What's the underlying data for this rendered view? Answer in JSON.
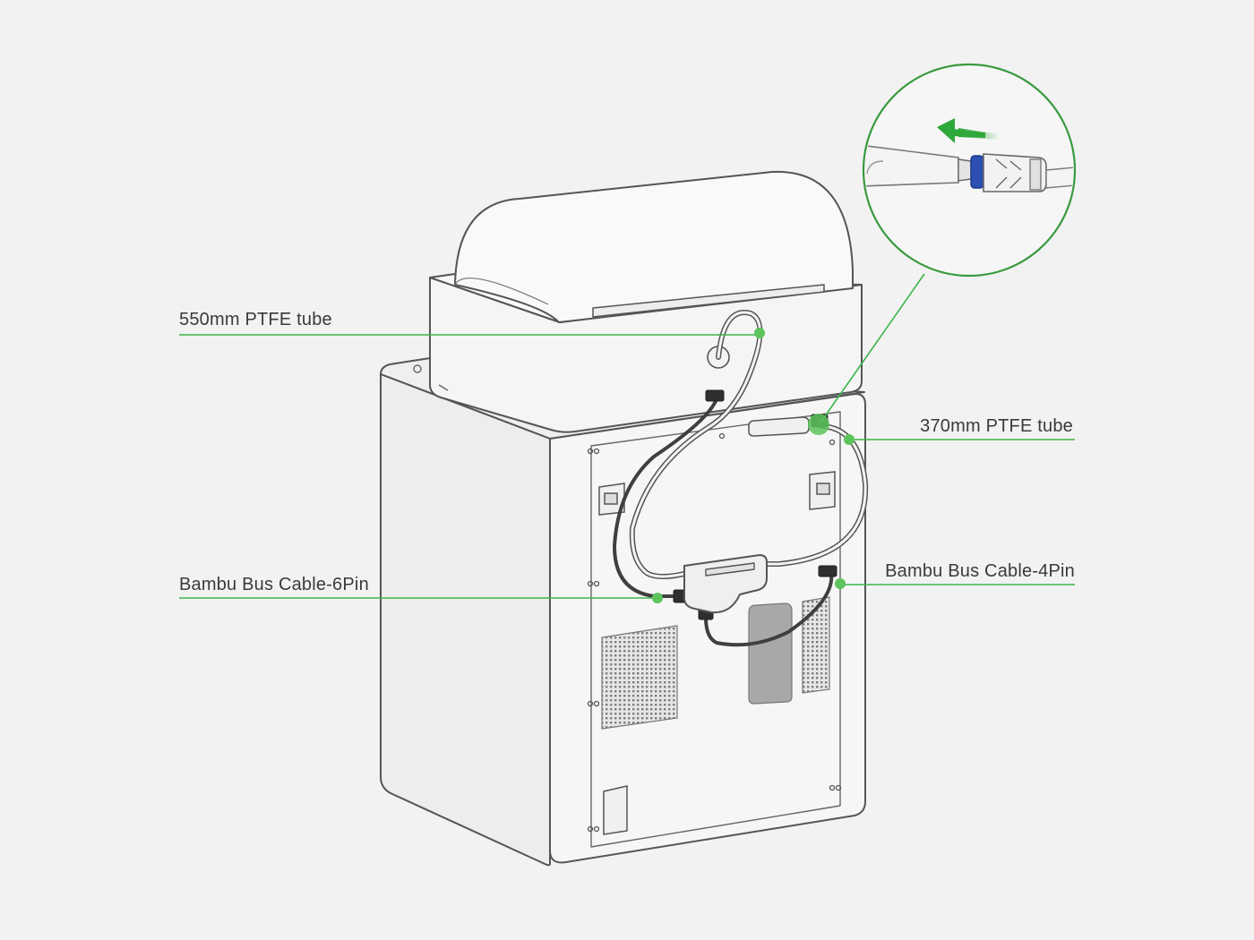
{
  "labels": {
    "ptfe_550": "550mm PTFE tube",
    "ptfe_370": "370mm PTFE tube",
    "cable_6pin": "Bambu Bus Cable-6Pin",
    "cable_4pin": "Bambu Bus Cable-4Pin"
  },
  "colors": {
    "background": "#f2f2f2",
    "outline": "#555555",
    "leader_line": "#3cb54a",
    "zoom_circle": "#3a9a3f",
    "arrow": "#2ea83a",
    "collet": "#2c4fb3",
    "cable": "#444444"
  },
  "inset": {
    "arrow_direction": "left"
  }
}
